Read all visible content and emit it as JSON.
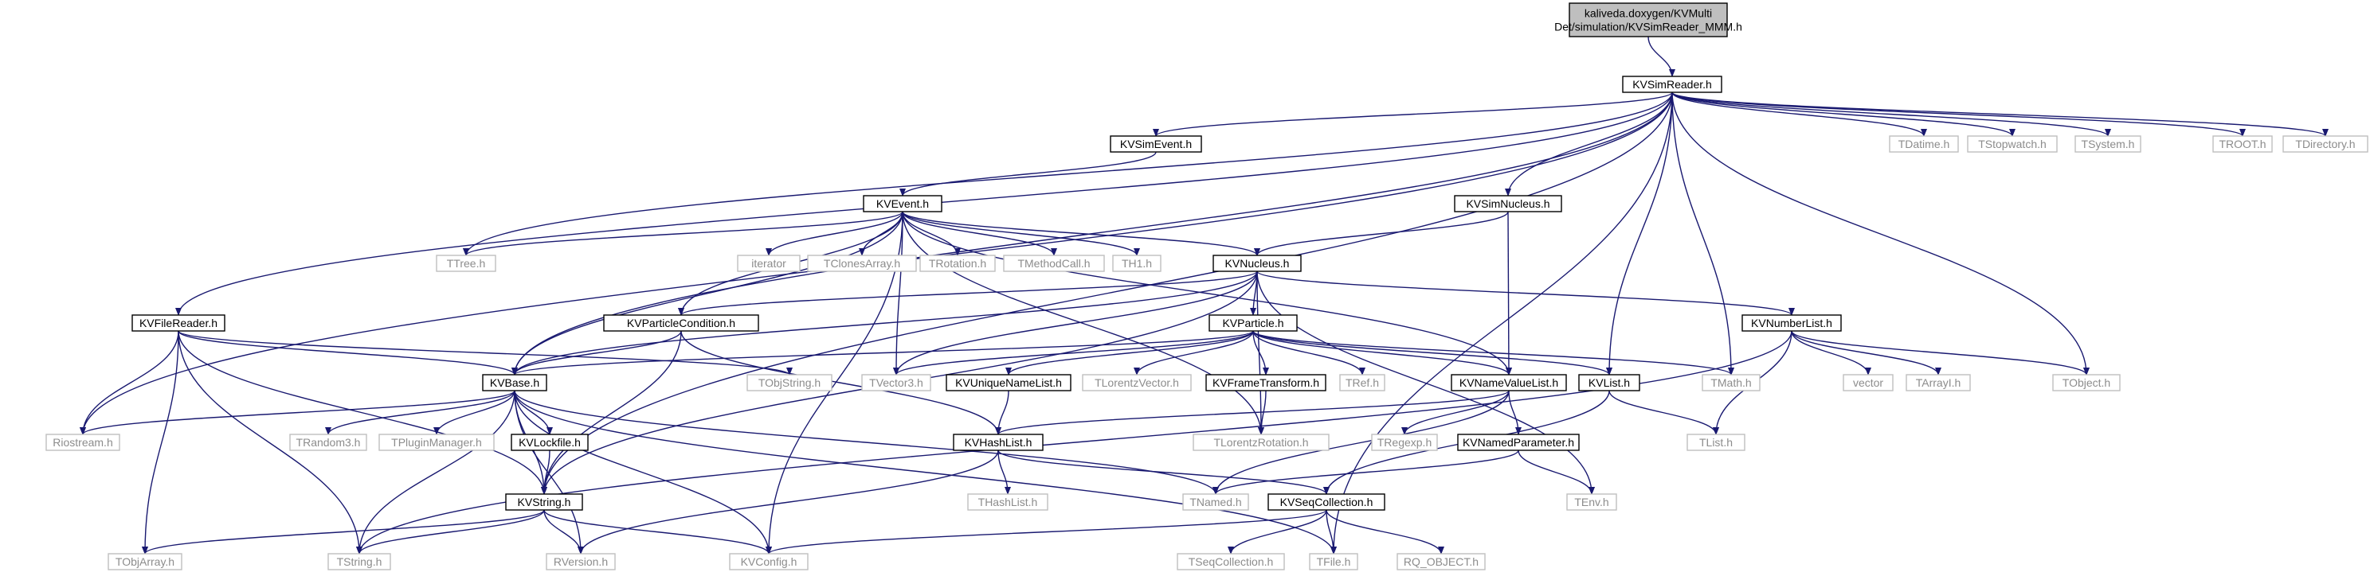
{
  "diagram": {
    "type": "include-dependency-graph",
    "colors": {
      "edge": "#191970",
      "root_fill": "#bfbfbf",
      "system_text": "#8c8c8c",
      "system_border": "#bfbfbf"
    },
    "nodes": [
      {
        "id": "root",
        "lines": [
          "kaliveda.doxygen/KVMulti",
          "Det/simulation/KVSimReader_MMM.h"
        ],
        "kind": "root"
      },
      {
        "id": "KVSimReader",
        "lines": [
          "KVSimReader.h"
        ],
        "kind": "local"
      },
      {
        "id": "KVSimEvent",
        "lines": [
          "KVSimEvent.h"
        ],
        "kind": "local"
      },
      {
        "id": "KVEvent",
        "lines": [
          "KVEvent.h"
        ],
        "kind": "local"
      },
      {
        "id": "KVSimNucleus",
        "lines": [
          "KVSimNucleus.h"
        ],
        "kind": "local"
      },
      {
        "id": "KVNucleus",
        "lines": [
          "KVNucleus.h"
        ],
        "kind": "local"
      },
      {
        "id": "KVFileReader",
        "lines": [
          "KVFileReader.h"
        ],
        "kind": "local"
      },
      {
        "id": "KVParticleCondition",
        "lines": [
          "KVParticleCondition.h"
        ],
        "kind": "local"
      },
      {
        "id": "KVParticle",
        "lines": [
          "KVParticle.h"
        ],
        "kind": "local"
      },
      {
        "id": "KVNumberList",
        "lines": [
          "KVNumberList.h"
        ],
        "kind": "local"
      },
      {
        "id": "KVBase",
        "lines": [
          "KVBase.h"
        ],
        "kind": "local"
      },
      {
        "id": "KVUniqueNameList",
        "lines": [
          "KVUniqueNameList.h"
        ],
        "kind": "local"
      },
      {
        "id": "KVFrameTransform",
        "lines": [
          "KVFrameTransform.h"
        ],
        "kind": "local"
      },
      {
        "id": "KVNameValueList",
        "lines": [
          "KVNameValueList.h"
        ],
        "kind": "local"
      },
      {
        "id": "KVList",
        "lines": [
          "KVList.h"
        ],
        "kind": "local"
      },
      {
        "id": "KVLockfile",
        "lines": [
          "KVLockfile.h"
        ],
        "kind": "local"
      },
      {
        "id": "KVHashList",
        "lines": [
          "KVHashList.h"
        ],
        "kind": "local"
      },
      {
        "id": "KVNamedParameter",
        "lines": [
          "KVNamedParameter.h"
        ],
        "kind": "local"
      },
      {
        "id": "KVString",
        "lines": [
          "KVString.h"
        ],
        "kind": "local"
      },
      {
        "id": "KVSeqCollection",
        "lines": [
          "KVSeqCollection.h"
        ],
        "kind": "local"
      },
      {
        "id": "TDatime",
        "lines": [
          "TDatime.h"
        ],
        "kind": "system"
      },
      {
        "id": "TStopwatch",
        "lines": [
          "TStopwatch.h"
        ],
        "kind": "system"
      },
      {
        "id": "TSystem",
        "lines": [
          "TSystem.h"
        ],
        "kind": "system"
      },
      {
        "id": "TROOT",
        "lines": [
          "TROOT.h"
        ],
        "kind": "system"
      },
      {
        "id": "TDirectory",
        "lines": [
          "TDirectory.h"
        ],
        "kind": "system"
      },
      {
        "id": "TTree",
        "lines": [
          "TTree.h"
        ],
        "kind": "system"
      },
      {
        "id": "iterator",
        "lines": [
          "iterator"
        ],
        "kind": "system"
      },
      {
        "id": "TClonesArray",
        "lines": [
          "TClonesArray.h"
        ],
        "kind": "system"
      },
      {
        "id": "TRotation",
        "lines": [
          "TRotation.h"
        ],
        "kind": "system"
      },
      {
        "id": "TMethodCall",
        "lines": [
          "TMethodCall.h"
        ],
        "kind": "system"
      },
      {
        "id": "TH1",
        "lines": [
          "TH1.h"
        ],
        "kind": "system"
      },
      {
        "id": "TObjString",
        "lines": [
          "TObjString.h"
        ],
        "kind": "system"
      },
      {
        "id": "TVector3",
        "lines": [
          "TVector3.h"
        ],
        "kind": "system"
      },
      {
        "id": "TLorentzVector",
        "lines": [
          "TLorentzVector.h"
        ],
        "kind": "system"
      },
      {
        "id": "TRef",
        "lines": [
          "TRef.h"
        ],
        "kind": "system"
      },
      {
        "id": "TMath",
        "lines": [
          "TMath.h"
        ],
        "kind": "system"
      },
      {
        "id": "vector",
        "lines": [
          "vector"
        ],
        "kind": "system"
      },
      {
        "id": "TArrayI",
        "lines": [
          "TArrayI.h"
        ],
        "kind": "system"
      },
      {
        "id": "TObject",
        "lines": [
          "TObject.h"
        ],
        "kind": "system"
      },
      {
        "id": "Riostream",
        "lines": [
          "Riostream.h"
        ],
        "kind": "system"
      },
      {
        "id": "TRandom3",
        "lines": [
          "TRandom3.h"
        ],
        "kind": "system"
      },
      {
        "id": "TPluginManager",
        "lines": [
          "TPluginManager.h"
        ],
        "kind": "system"
      },
      {
        "id": "TLorentzRotation",
        "lines": [
          "TLorentzRotation.h"
        ],
        "kind": "system"
      },
      {
        "id": "TRegexp",
        "lines": [
          "TRegexp.h"
        ],
        "kind": "system"
      },
      {
        "id": "TList",
        "lines": [
          "TList.h"
        ],
        "kind": "system"
      },
      {
        "id": "THashList",
        "lines": [
          "THashList.h"
        ],
        "kind": "system"
      },
      {
        "id": "TNamed",
        "lines": [
          "TNamed.h"
        ],
        "kind": "system"
      },
      {
        "id": "TEnv",
        "lines": [
          "TEnv.h"
        ],
        "kind": "system"
      },
      {
        "id": "TObjArray",
        "lines": [
          "TObjArray.h"
        ],
        "kind": "system"
      },
      {
        "id": "TString",
        "lines": [
          "TString.h"
        ],
        "kind": "system"
      },
      {
        "id": "RVersion",
        "lines": [
          "RVersion.h"
        ],
        "kind": "system"
      },
      {
        "id": "KVConfig",
        "lines": [
          "KVConfig.h"
        ],
        "kind": "system"
      },
      {
        "id": "TFile",
        "lines": [
          "TFile.h"
        ],
        "kind": "system"
      },
      {
        "id": "TSeqCollection",
        "lines": [
          "TSeqCollection.h"
        ],
        "kind": "system"
      },
      {
        "id": "RQ_OBJECT",
        "lines": [
          "RQ_OBJECT.h"
        ],
        "kind": "system"
      }
    ],
    "edges": [
      [
        "root",
        "KVSimReader"
      ],
      [
        "KVSimReader",
        "KVSimEvent"
      ],
      [
        "KVSimReader",
        "TDatime"
      ],
      [
        "KVSimReader",
        "TStopwatch"
      ],
      [
        "KVSimReader",
        "TSystem"
      ],
      [
        "KVSimReader",
        "TROOT"
      ],
      [
        "KVSimReader",
        "TDirectory"
      ],
      [
        "KVSimReader",
        "TTree"
      ],
      [
        "KVSimReader",
        "KVSimNucleus"
      ],
      [
        "KVSimReader",
        "KVFileReader"
      ],
      [
        "KVSimReader",
        "Riostream"
      ],
      [
        "KVSimReader",
        "KVBase"
      ],
      [
        "KVSimReader",
        "KVString"
      ],
      [
        "KVSimReader",
        "KVList"
      ],
      [
        "KVSimReader",
        "TMath"
      ],
      [
        "KVSimReader",
        "TObject"
      ],
      [
        "KVSimReader",
        "TFile"
      ],
      [
        "KVSimEvent",
        "KVEvent"
      ],
      [
        "KVEvent",
        "TTree"
      ],
      [
        "KVEvent",
        "iterator"
      ],
      [
        "KVEvent",
        "TClonesArray"
      ],
      [
        "KVEvent",
        "TRotation"
      ],
      [
        "KVEvent",
        "TMethodCall"
      ],
      [
        "KVEvent",
        "TH1"
      ],
      [
        "KVEvent",
        "KVNucleus"
      ],
      [
        "KVEvent",
        "KVParticleCondition"
      ],
      [
        "KVEvent",
        "KVBase"
      ],
      [
        "KVEvent",
        "TVector3"
      ],
      [
        "KVEvent",
        "KVNameValueList"
      ],
      [
        "KVEvent",
        "KVConfig"
      ],
      [
        "KVEvent",
        "TLorentzRotation"
      ],
      [
        "KVSimNucleus",
        "KVNucleus"
      ],
      [
        "KVSimNucleus",
        "KVNameValueList"
      ],
      [
        "KVNucleus",
        "KVParticle"
      ],
      [
        "KVNucleus",
        "KVNumberList"
      ],
      [
        "KVNucleus",
        "KVParticleCondition"
      ],
      [
        "KVNucleus",
        "TVector3"
      ],
      [
        "KVNucleus",
        "KVString"
      ],
      [
        "KVNucleus",
        "TLorentzRotation"
      ],
      [
        "KVNucleus",
        "TEnv"
      ],
      [
        "KVNucleus",
        "KVBase"
      ],
      [
        "KVFileReader",
        "KVBase"
      ],
      [
        "KVFileReader",
        "Riostream"
      ],
      [
        "KVFileReader",
        "KVString"
      ],
      [
        "KVFileReader",
        "TObjString"
      ],
      [
        "KVFileReader",
        "TObjArray"
      ],
      [
        "KVFileReader",
        "TString"
      ],
      [
        "KVParticleCondition",
        "KVBase"
      ],
      [
        "KVParticleCondition",
        "KVString"
      ],
      [
        "KVParticleCondition",
        "KVHashList"
      ],
      [
        "KVParticle",
        "KVBase"
      ],
      [
        "KVParticle",
        "TVector3"
      ],
      [
        "KVParticle",
        "KVUniqueNameList"
      ],
      [
        "KVParticle",
        "TLorentzVector"
      ],
      [
        "KVParticle",
        "KVFrameTransform"
      ],
      [
        "KVParticle",
        "TRef"
      ],
      [
        "KVParticle",
        "KVNameValueList"
      ],
      [
        "KVParticle",
        "KVList"
      ],
      [
        "KVParticle",
        "TMath"
      ],
      [
        "KVNumberList",
        "vector"
      ],
      [
        "KVNumberList",
        "TArrayI"
      ],
      [
        "KVNumberList",
        "TObject"
      ],
      [
        "KVNumberList",
        "TList"
      ],
      [
        "KVNumberList",
        "TString"
      ],
      [
        "KVBase",
        "Riostream"
      ],
      [
        "KVBase",
        "TRandom3"
      ],
      [
        "KVBase",
        "TPluginManager"
      ],
      [
        "KVBase",
        "KVLockfile"
      ],
      [
        "KVBase",
        "KVString"
      ],
      [
        "KVBase",
        "TString"
      ],
      [
        "KVBase",
        "RVersion"
      ],
      [
        "KVBase",
        "KVConfig"
      ],
      [
        "KVBase",
        "TNamed"
      ],
      [
        "KVBase",
        "TFile"
      ],
      [
        "KVUniqueNameList",
        "KVHashList"
      ],
      [
        "KVFrameTransform",
        "TLorentzRotation"
      ],
      [
        "KVNameValueList",
        "KVHashList"
      ],
      [
        "KVNameValueList",
        "TRegexp"
      ],
      [
        "KVNameValueList",
        "KVNamedParameter"
      ],
      [
        "KVNameValueList",
        "TNamed"
      ],
      [
        "KVList",
        "TList"
      ],
      [
        "KVList",
        "KVSeqCollection"
      ],
      [
        "KVLockfile",
        "KVString"
      ],
      [
        "KVHashList",
        "THashList"
      ],
      [
        "KVHashList",
        "KVSeqCollection"
      ],
      [
        "KVHashList",
        "RVersion"
      ],
      [
        "KVNamedParameter",
        "TNamed"
      ],
      [
        "KVNamedParameter",
        "TEnv"
      ],
      [
        "KVString",
        "TObjArray"
      ],
      [
        "KVString",
        "TString"
      ],
      [
        "KVString",
        "RVersion"
      ],
      [
        "KVString",
        "KVConfig"
      ],
      [
        "KVSeqCollection",
        "TSeqCollection"
      ],
      [
        "KVSeqCollection",
        "TFile"
      ],
      [
        "KVSeqCollection",
        "RQ_OBJECT"
      ],
      [
        "KVSeqCollection",
        "KVConfig"
      ]
    ]
  }
}
